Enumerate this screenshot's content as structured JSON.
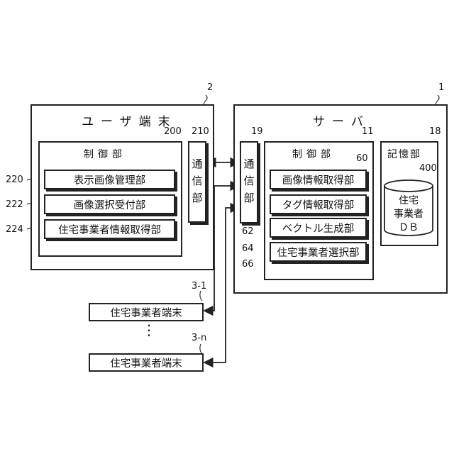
{
  "user_terminal": {
    "ref": "2",
    "title": "ユーザ端末",
    "control": {
      "ref": "200",
      "title": "制御部",
      "items": [
        {
          "ref": "220",
          "label": "表示画像管理部"
        },
        {
          "ref": "222",
          "label": "画像選択受付部"
        },
        {
          "ref": "224",
          "label": "住宅事業者情報取得部"
        }
      ]
    },
    "comm": {
      "ref": "210",
      "chars": [
        "通",
        "信",
        "部"
      ]
    }
  },
  "server": {
    "ref": "1",
    "title": "サーバ",
    "comm": {
      "ref": "19",
      "chars": [
        "通",
        "信",
        "部"
      ]
    },
    "control": {
      "ref": "11",
      "title": "制御部",
      "items": [
        {
          "ref": "60",
          "label": "画像情報取得部"
        },
        {
          "ref": "62",
          "label": "タグ情報取得部"
        },
        {
          "ref": "64",
          "label": "ベクトル生成部"
        },
        {
          "ref": "66",
          "label": "住宅事業者選択部"
        }
      ]
    },
    "storage": {
      "ref": "18",
      "title": "記憶部",
      "db": {
        "ref": "400",
        "lines": [
          "住宅",
          "事業者",
          "ＤＢ"
        ]
      }
    }
  },
  "builder_terminals": [
    {
      "ref": "3-1",
      "label": "住宅事業者端末"
    },
    {
      "ref": "3-n",
      "label": "住宅事業者端末"
    }
  ],
  "ellipsis": "⋮"
}
